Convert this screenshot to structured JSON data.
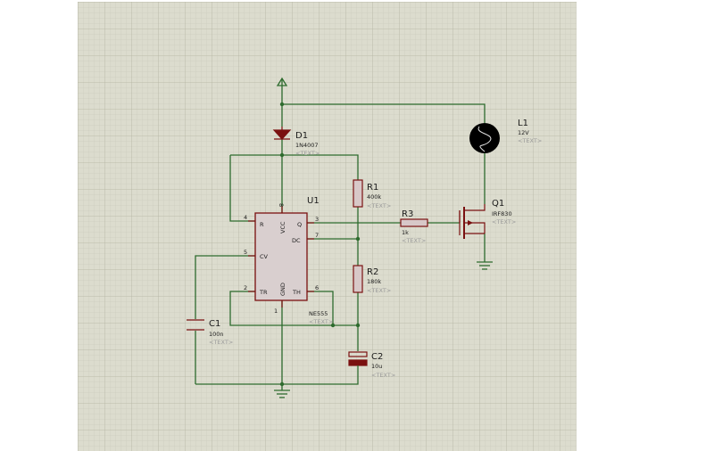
{
  "components": {
    "d1": {
      "ref": "D1",
      "value": "1N4007",
      "text": "<TEXT>"
    },
    "u1": {
      "ref": "U1",
      "value": "NE555",
      "text": "<TEXT>",
      "pin_labels": {
        "r": "R",
        "vcc": "VCC",
        "q": "Q",
        "dc": "DC",
        "cv": "CV",
        "tr": "TR",
        "gnd": "GND",
        "th": "TH"
      },
      "pin_numbers": {
        "r": "4",
        "vcc": "8",
        "q": "3",
        "dc": "7",
        "cv": "5",
        "tr": "2",
        "gnd": "1",
        "th": "6"
      }
    },
    "r1": {
      "ref": "R1",
      "value": "400k",
      "text": "<TEXT>"
    },
    "r2": {
      "ref": "R2",
      "value": "180k",
      "text": "<TEXT>"
    },
    "r3": {
      "ref": "R3",
      "value": "1k",
      "text": "<TEXT>"
    },
    "c1": {
      "ref": "C1",
      "value": "100n",
      "text": "<TEXT>"
    },
    "c2": {
      "ref": "C2",
      "value": "10u",
      "text": "<TEXT>"
    },
    "q1": {
      "ref": "Q1",
      "value": "IRF830",
      "text": "<TEXT>"
    },
    "l1": {
      "ref": "L1",
      "value": "12V",
      "text": "<TEXT>"
    }
  },
  "colors": {
    "grid": "#dcdcce",
    "wire": "#2e6b2e",
    "part": "#7a1010"
  }
}
